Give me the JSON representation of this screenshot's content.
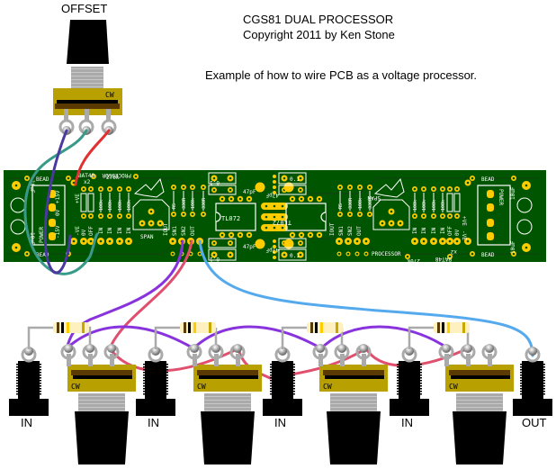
{
  "header": {
    "title": "CGS81 DUAL PROCESSOR",
    "copyright": "Copyright 2011 by Ken Stone",
    "description": "Example of how to wire PCB as a voltage processor."
  },
  "offset_pot": {
    "label": "OFFSET",
    "marking": "CW"
  },
  "pcb": {
    "color": "#005500",
    "pad_color": "#ffcc00",
    "silkscreen": {
      "power_block": "POWER",
      "power_pins": [
        "-15V",
        "0V",
        "0V",
        "+15V"
      ],
      "caps": [
        "10uF",
        "10uF"
      ],
      "bead": "BEAD",
      "diodes": "BAT48",
      "diode_qty": "x2",
      "supply_pins": [
        "+VE",
        "-VE",
        "0V",
        "OFF"
      ],
      "resistor_270k": "270k",
      "resistor_100k": "100k",
      "inputs": [
        "IN",
        "IN",
        "IN",
        "IN"
      ],
      "trimmer": "SPAN",
      "logo_text": "PROCESSOR",
      "outputs": [
        "IOUT",
        "SN1",
        "SN2",
        "OUT"
      ],
      "rs": "RS",
      "r330": "330R",
      "ic": "TL072",
      "cap_small": "47pF",
      "cap_decoupling": "0.1"
    }
  },
  "wires": {
    "purple": "#8833dd",
    "red": "#e0506e",
    "blue": "#55aaee",
    "teal": "#3a9a8a",
    "navy": "#4a3aa0",
    "red_offset": "#e03030"
  },
  "input_channels": [
    {
      "jack_label": "IN",
      "pot_marking": "CW"
    },
    {
      "jack_label": "IN",
      "pot_marking": "CW"
    },
    {
      "jack_label": "IN",
      "pot_marking": "CW"
    },
    {
      "jack_label": "IN",
      "pot_marking": "CW"
    }
  ],
  "output_jack": {
    "label": "OUT"
  }
}
